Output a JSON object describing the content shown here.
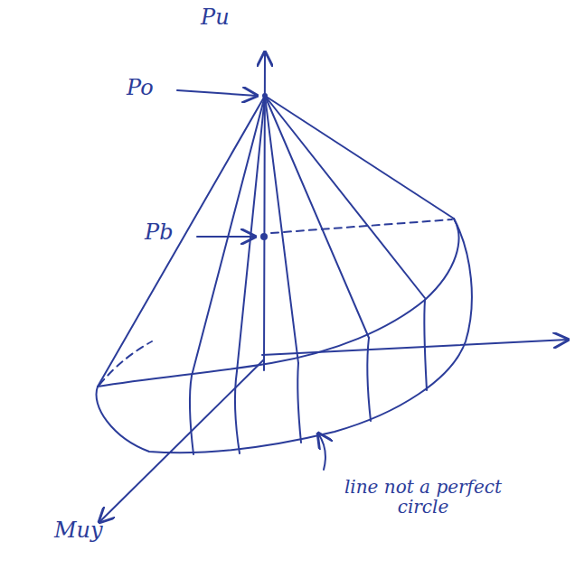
{
  "diagram": {
    "labels": [
      "Pu",
      "Po",
      "Pb",
      "Muy",
      "line not a perfect circle"
    ]
  }
}
